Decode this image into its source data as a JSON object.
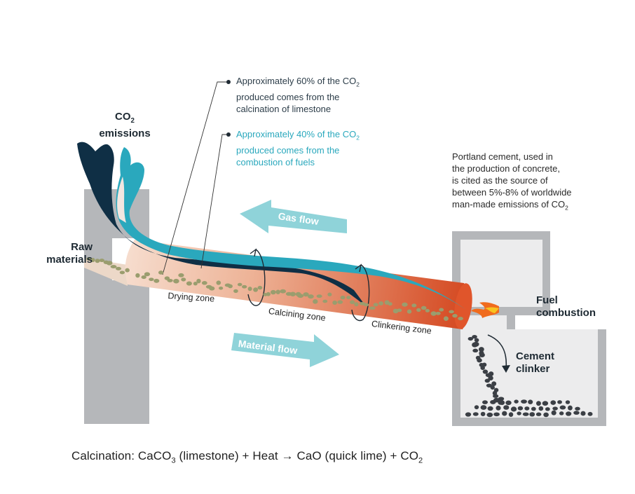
{
  "labels": {
    "co2_emissions_pre": "CO",
    "co2_emissions_sub": "2",
    "co2_emissions_post": "emissions",
    "raw_materials_1": "Raw",
    "raw_materials_2": "materials",
    "fuel_combustion_1": "Fuel",
    "fuel_combustion_2": "combustion",
    "cement_clinker_1": "Cement",
    "cement_clinker_2": "clinker",
    "gas_flow": "Gas flow",
    "material_flow": "Material flow",
    "drying_zone": "Drying zone",
    "calcining_zone": "Calcining zone",
    "clinkering_zone": "Clinkering zone"
  },
  "notes": {
    "calcination_line1_pre": "Approximately 60% of the CO",
    "calcination_line1_sub": "2",
    "calcination_line2": "produced comes from the",
    "calcination_line3": "calcination of limestone",
    "fuel_line1_pre": "Approximately 40% of the CO",
    "fuel_line1_sub": "2",
    "fuel_line2": "produced comes from the",
    "fuel_line3": "combustion of fuels",
    "portland_line1": "Portland cement, used in",
    "portland_line2": "the production of concrete,",
    "portland_line3": "is cited as the source of",
    "portland_line4": "between 5%-8% of worldwide",
    "portland_line5_pre": "man-made emissions of CO",
    "portland_line5_sub": "2"
  },
  "formula": {
    "part1": "Calcination: CaCO",
    "sub1": "3",
    "part2": " (limestone) + Heat ",
    "arrow": "→",
    "part3": " CaO (quick lime) + CO",
    "sub2": "2"
  },
  "colors": {
    "dark_navy": "#0f2f45",
    "teal": "#2aa8bd",
    "light_teal_arrow": "#8fd3d9",
    "kiln_hot": "#d9522b",
    "kiln_cool": "#f3d3c2",
    "gray_structure": "#b7b9bc",
    "material_dots": "#9a9d6e",
    "clinker_dots": "#3b3f45"
  }
}
